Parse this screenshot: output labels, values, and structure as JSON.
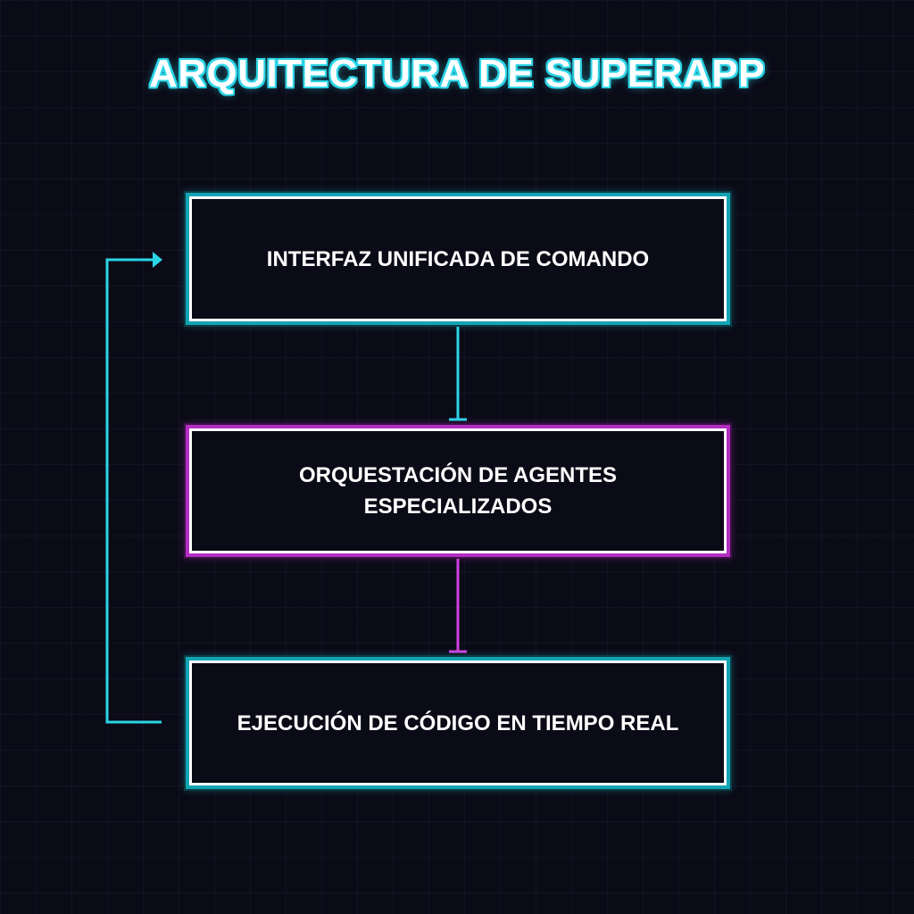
{
  "diagram": {
    "title": "ARQUITECTURA DE SUPERAPP",
    "nodes": [
      {
        "id": "interfaz",
        "label": "INTERFAZ UNIFICADA DE COMANDO",
        "accent": "#2ad4e6"
      },
      {
        "id": "orquestacion",
        "label": "ORQUESTACIÓN DE AGENTES ESPECIALIZADOS",
        "accent": "#d040e0"
      },
      {
        "id": "ejecucion",
        "label": "EJECUCIÓN DE CÓDIGO EN TIEMPO REAL",
        "accent": "#2ad4e6"
      }
    ],
    "edges": [
      {
        "from": "interfaz",
        "to": "orquestacion",
        "color": "#2ad4e6"
      },
      {
        "from": "orquestacion",
        "to": "ejecucion",
        "color": "#d040e0"
      },
      {
        "from": "ejecucion",
        "to": "interfaz",
        "color": "#2ad4e6",
        "style": "feedback-loop"
      }
    ]
  }
}
